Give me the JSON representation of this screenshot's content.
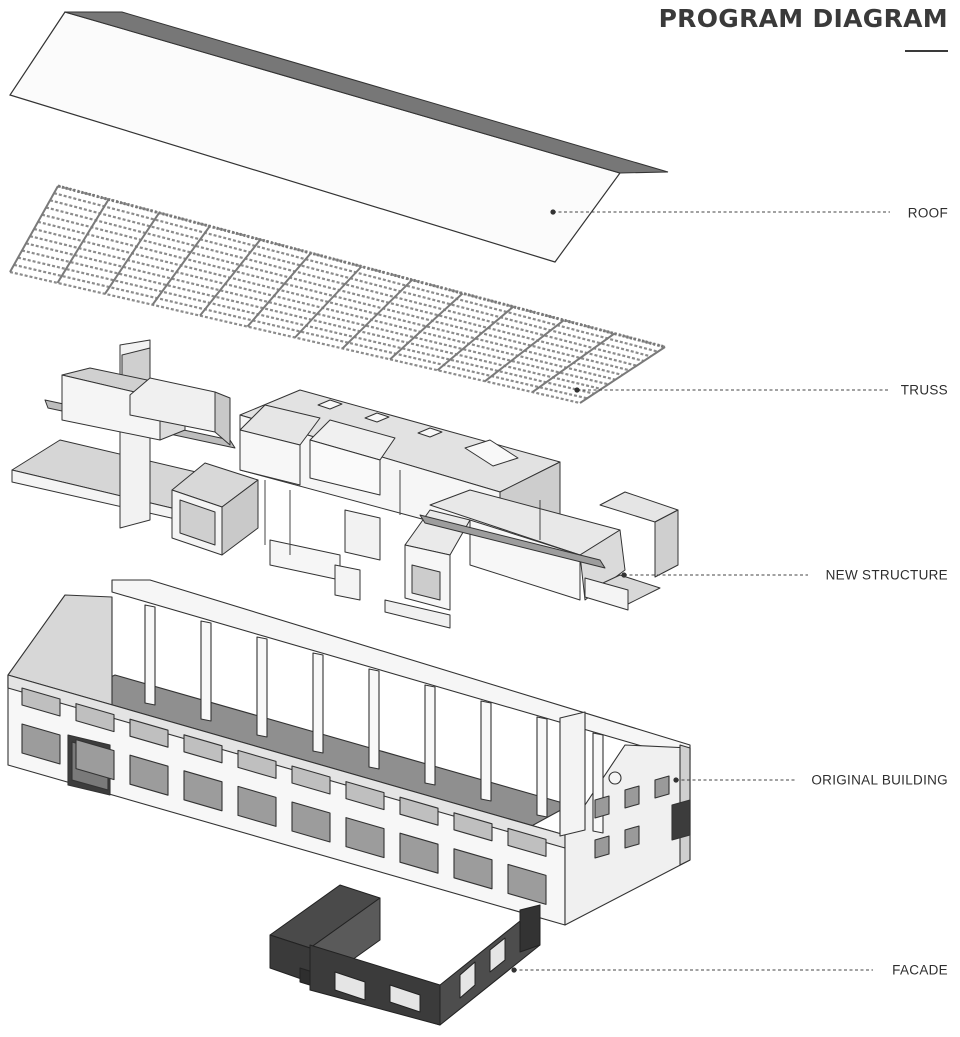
{
  "title": "PROGRAM DIAGRAM",
  "layers": [
    {
      "id": "roof",
      "label": "ROOF"
    },
    {
      "id": "truss",
      "label": "TRUSS"
    },
    {
      "id": "new-structure",
      "label": "NEW STRUCTURE"
    },
    {
      "id": "original-building",
      "label": "ORIGINAL BUILDING"
    },
    {
      "id": "facade",
      "label": "FACADE"
    }
  ],
  "colors": {
    "text": "#2e2e2e",
    "line": "#444444",
    "outline": "#333333",
    "face_light": "#f7f7f7",
    "face_mid": "#d9d9d9",
    "face_dark": "#9a9a9a",
    "floor": "#8f8f8f",
    "facade_dark": "#3a3a3a"
  }
}
